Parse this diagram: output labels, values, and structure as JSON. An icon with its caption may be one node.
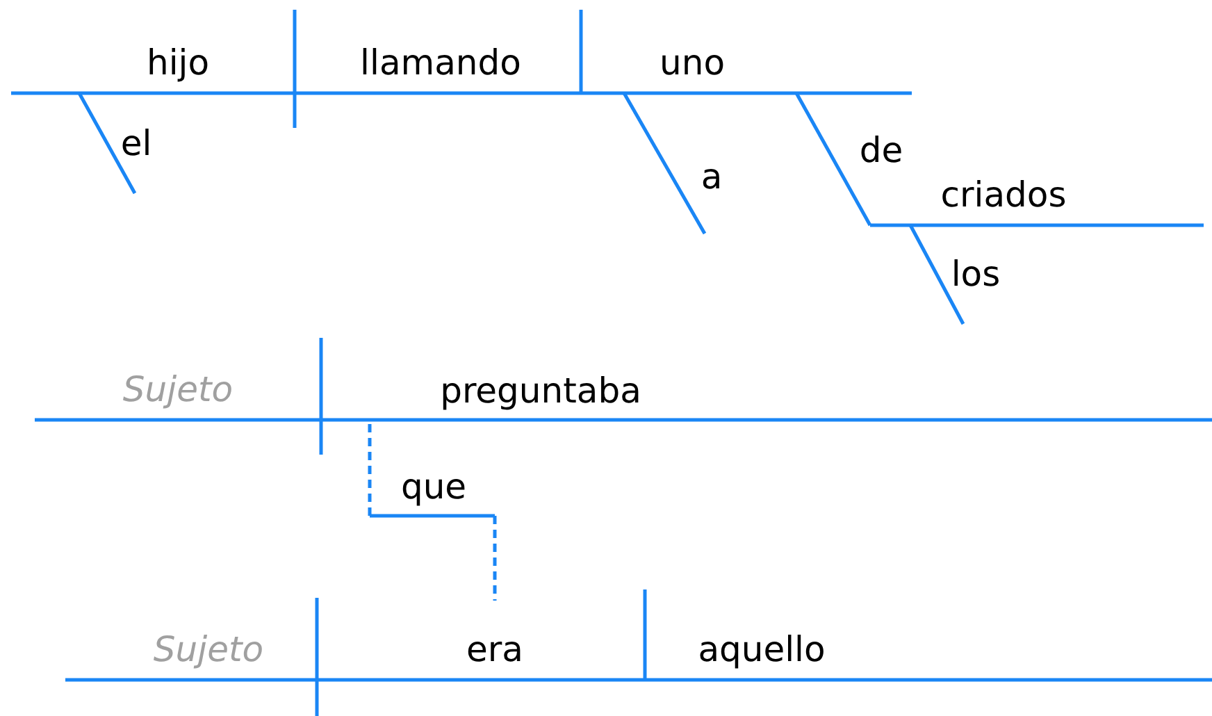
{
  "diagram": {
    "labels": [
      "hijo",
      "llamando",
      "uno",
      "el",
      "a",
      "de",
      "criados",
      "los",
      "Sujeto",
      "preguntaba",
      "que",
      "Sujeto",
      "era",
      "aquello"
    ]
  }
}
